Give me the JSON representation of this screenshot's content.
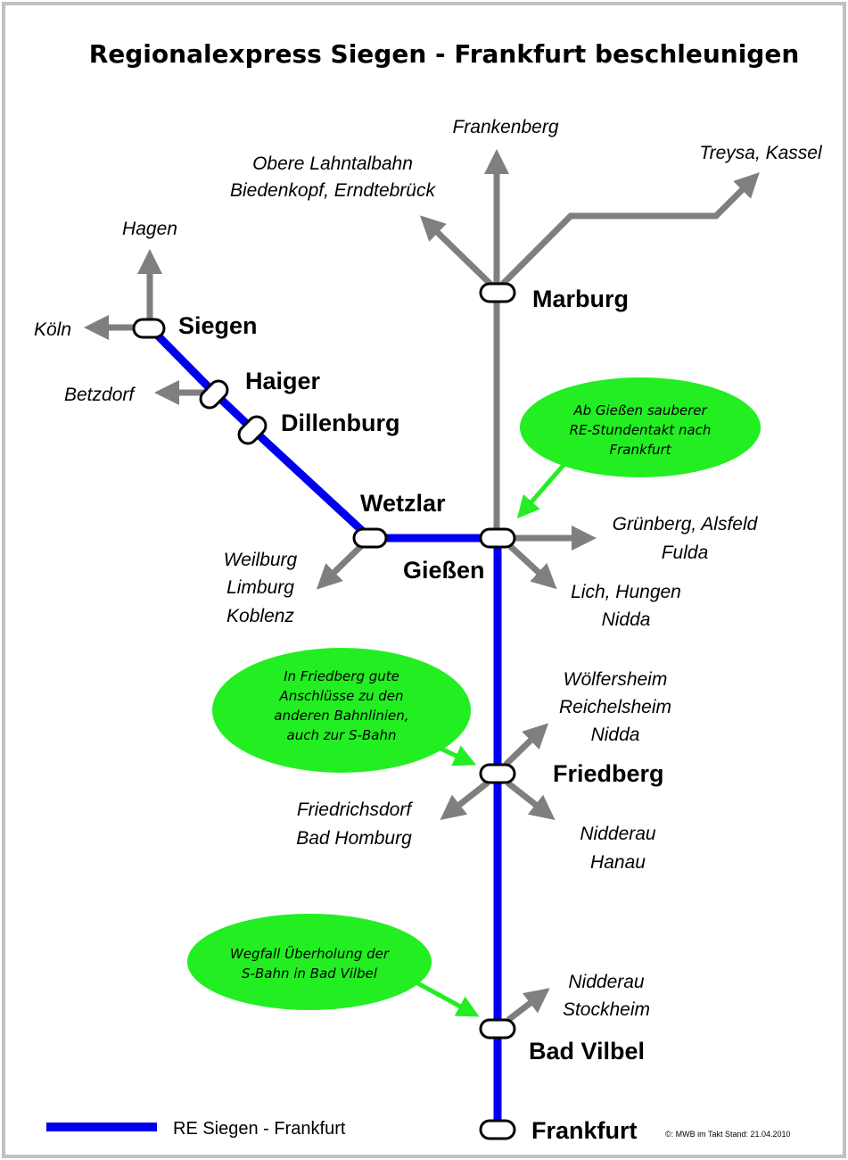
{
  "title": "Regionalexpress Siegen - Frankfurt beschleunigen",
  "stations": {
    "siegen": "Siegen",
    "haiger": "Haiger",
    "dillenburg": "Dillenburg",
    "wetzlar": "Wetzlar",
    "giessen": "Gießen",
    "marburg": "Marburg",
    "friedberg": "Friedberg",
    "bad_vilbel": "Bad Vilbel",
    "frankfurt": "Frankfurt"
  },
  "destinations": {
    "hagen": "Hagen",
    "koeln": "Köln",
    "betzdorf": "Betzdorf",
    "frankenberg": "Frankenberg",
    "lahntal_1": "Obere  Lahntalbahn",
    "lahntal_2": "Biedenkopf,  Erndtebrück",
    "treysa": "Treysa, Kassel",
    "gruenberg_1": "Grünberg,  Alsfeld",
    "gruenberg_2": "Fulda",
    "lich_1": "Lich,  Hungen",
    "lich_2": "Nidda",
    "weilburg_1": "Weilburg",
    "weilburg_2": "Limburg",
    "weilburg_3": "Koblenz",
    "woelfersheim_1": "Wölfersheim",
    "woelfersheim_2": "Reichelsheim",
    "woelfersheim_3": "Nidda",
    "friedrichsdorf_1": "Friedrichsdorf",
    "friedrichsdorf_2": "Bad Homburg",
    "nidderau_hanau_1": "Nidderau",
    "nidderau_hanau_2": "Hanau",
    "nidderau_stockheim_1": "Nidderau",
    "nidderau_stockheim_2": "Stockheim"
  },
  "notes": {
    "giessen": [
      "Ab Gießen sauberer",
      "RE-Stundentakt nach",
      "Frankfurt"
    ],
    "friedberg": [
      "In Friedberg gute",
      "Anschlüsse zu den",
      "anderen Bahnlinien,",
      "auch zur S-Bahn"
    ],
    "bad_vilbel": [
      "Wegfall Überholung der",
      "S-Bahn in Bad Vilbel"
    ]
  },
  "legend": {
    "label": "RE Siegen - Frankfurt"
  },
  "credit": "©: MWB  im  Takt     Stand:  21.04.2010",
  "colors": {
    "re_line": "#0000ee",
    "other_lines": "#7f7f7f",
    "notes": "#22ee22",
    "frame": "#c0c0c0"
  }
}
